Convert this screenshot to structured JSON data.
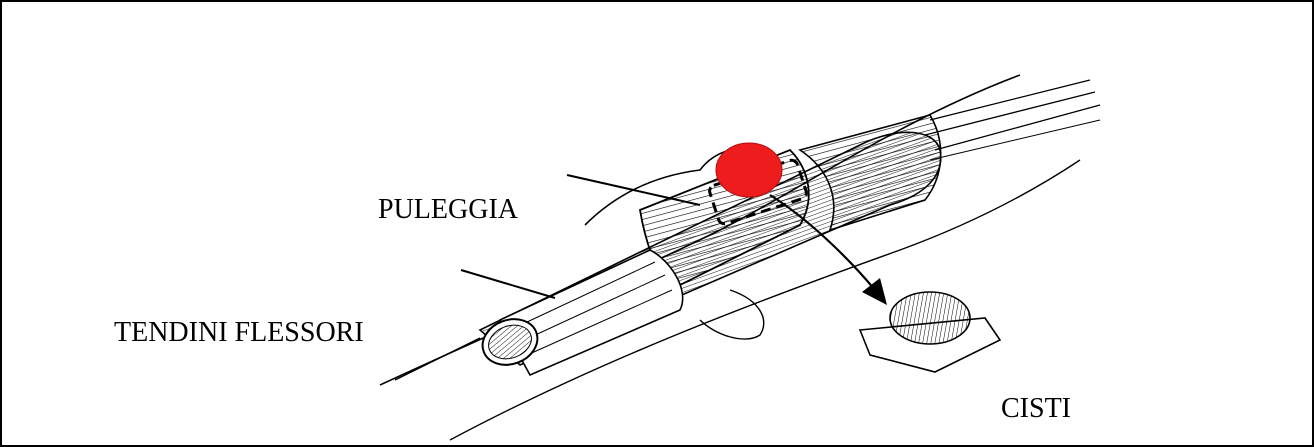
{
  "labels": {
    "pulley": "PULEGGIA",
    "flexor_tendons": "TENDINI FLESSORI",
    "cyst": "CISTI"
  },
  "colors": {
    "cyst_marker": "#ee1c1c",
    "ink": "#000000",
    "background": "#ffffff"
  }
}
